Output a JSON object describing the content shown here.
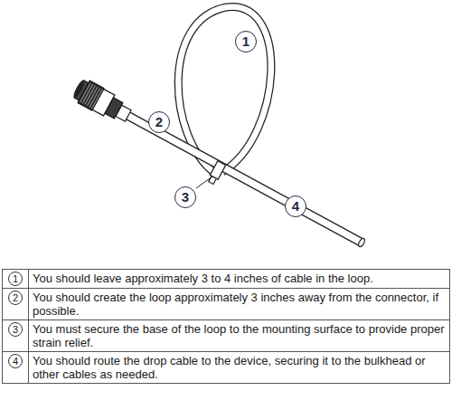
{
  "diagram": {
    "labels": [
      "1",
      "2",
      "3",
      "4",
      "1",
      "You should leave approximately 3 to 4 inches of cable in the loop.",
      "2",
      "You should create the loop approximately 3 inches away from the connector, if possible.",
      "3",
      "You must secure the base of the loop to the mounting surface to provide proper strain relief.",
      "4",
      "You should route the drop cable to the device, securing it to the bulkhead or other cables as needed."
    ]
  }
}
